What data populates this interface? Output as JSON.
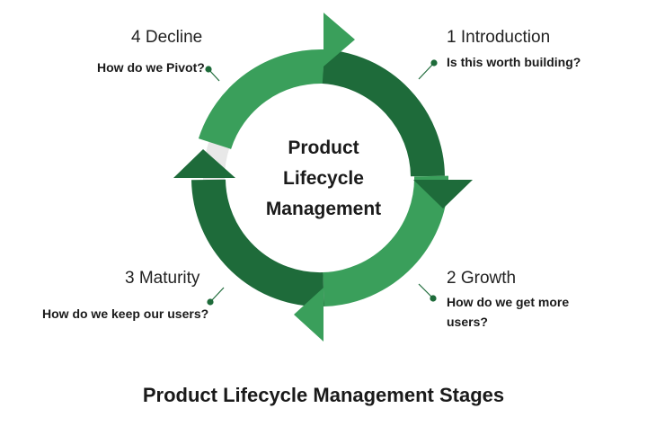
{
  "center": {
    "line1": "Product",
    "line2": "Lifecycle",
    "line3": "Management"
  },
  "stages": [
    {
      "id": "intro",
      "title": "1 Introduction",
      "question": "Is this worth building?"
    },
    {
      "id": "growth",
      "title": "2 Growth",
      "question": "How do we get more users?"
    },
    {
      "id": "maturity",
      "title": "3 Maturity",
      "question": "How do we keep our users?"
    },
    {
      "id": "decline",
      "title": "4 Decline",
      "question": "How do we Pivot?"
    }
  ],
  "footer": {
    "title": "Product Lifecycle Management Stages"
  },
  "colors": {
    "dark_green": "#1e6b3a",
    "light_green": "#3a9f5b",
    "ring_gray": "#e8e8e8"
  }
}
